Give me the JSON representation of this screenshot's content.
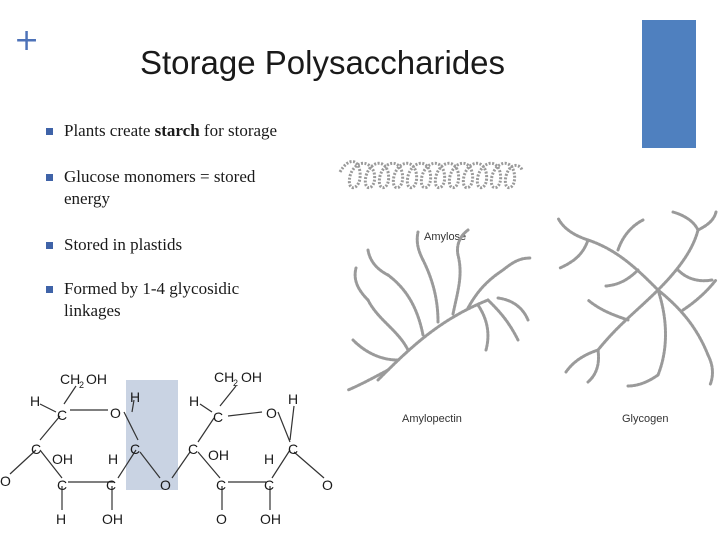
{
  "slide": {
    "title": "Storage Polysaccharides",
    "plus_symbol": "+",
    "accent_color": "#4f80bf"
  },
  "bullets": [
    {
      "text_before": "Plants create ",
      "bold": "starch",
      "text_after": " for storage"
    },
    {
      "text_before": "Glucose monomers = stored",
      "bold": "",
      "text_after": "",
      "line2": "energy"
    },
    {
      "text_before": "Stored in plastids",
      "bold": "",
      "text_after": ""
    },
    {
      "text_before": "Formed by 1-4 glycosidic",
      "bold": "",
      "text_after": "",
      "line2": "linkages"
    }
  ],
  "images": {
    "amylose_caption": "Amylose",
    "amylopectin_caption": "Amylopectin",
    "glycogen_caption": "Glycogen"
  },
  "diagram": {
    "left_ring": {
      "ch2oh": "CH",
      "sub2": "2",
      "oh_top": "OH",
      "h_left": "H",
      "c_top_left": "C",
      "o_ring": "O",
      "h_top_right": "H",
      "c_left": "C",
      "oh_mid": "OH",
      "h_mid": "H",
      "c_right": "C",
      "c_bottom_left": "C",
      "c_bottom_right": "C",
      "h_bottom": "H",
      "oh_bottom": "OH",
      "o_far_left": "O"
    },
    "linkage_o": "O",
    "right_ring": {
      "ch2oh": "CH",
      "sub2": "2",
      "oh_top": "OH",
      "h_left": "H",
      "c_top_left": "C",
      "o_ring": "O",
      "h_top_right": "H",
      "c_left": "C",
      "oh_mid": "OH",
      "h_mid": "H",
      "c_right": "C",
      "c_bottom_left": "C",
      "c_bottom_right": "C",
      "o_bottom": "O",
      "oh_bottom": "OH",
      "o_far_right": "O"
    },
    "highlight_color": "#c9d3e3"
  }
}
